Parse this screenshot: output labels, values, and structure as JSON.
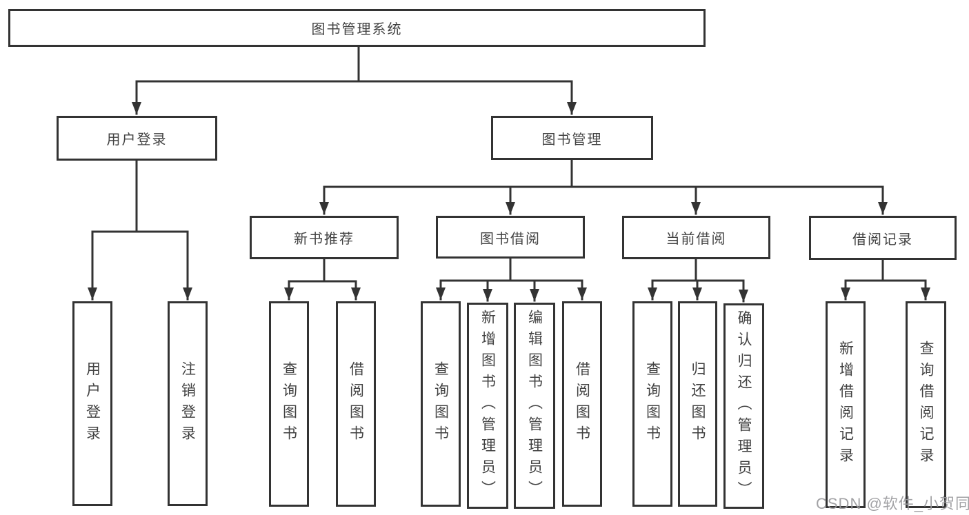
{
  "diagram": {
    "root": {
      "label": "图书管理系统"
    },
    "level2": {
      "user_login": {
        "label": "用户登录"
      },
      "book_management": {
        "label": "图书管理"
      }
    },
    "level3": {
      "new_book_recommend": {
        "label": "新书推荐"
      },
      "book_borrow": {
        "label": "图书借阅"
      },
      "current_borrow": {
        "label": "当前借阅"
      },
      "borrow_record": {
        "label": "借阅记录"
      }
    },
    "level4": {
      "user_login": [
        "用户登录",
        "注销登录"
      ],
      "new_book_recommend": [
        "查询图书",
        "借阅图书"
      ],
      "book_borrow": [
        "查询图书",
        "新增图书（管理员）",
        "编辑图书（管理员）",
        "借阅图书"
      ],
      "current_borrow": [
        "查询图书",
        "归还图书",
        "确认归还（管理员）"
      ],
      "borrow_record": [
        "新增借阅记录",
        "查询借阅记录"
      ]
    }
  },
  "watermark": {
    "text": "CSDN @软件_小贺同学"
  },
  "colors": {
    "line": "#333333",
    "text": "#424242",
    "watermark": "#9b9b9e",
    "background": "#ffffff"
  }
}
